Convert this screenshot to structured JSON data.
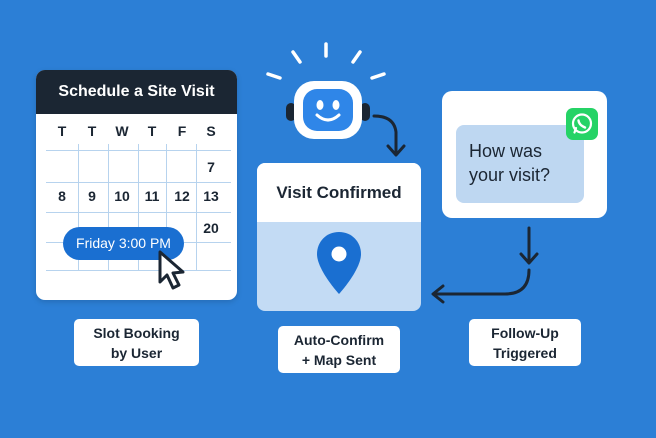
{
  "calendar": {
    "title": "Schedule a Site Visit",
    "day_headers": [
      "T",
      "T",
      "W",
      "T",
      "F",
      "S"
    ],
    "row1": [
      "7"
    ],
    "row2": [
      "8",
      "9",
      "10",
      "11",
      "12",
      "13"
    ],
    "row3": [
      "20"
    ],
    "selected_slot": "Friday 3:00 PM"
  },
  "confirm": {
    "title": "Visit Confirmed"
  },
  "chat": {
    "message_line1": "How was",
    "message_line2": "your visit?"
  },
  "steps": [
    {
      "line1": "Slot Booking",
      "line2": "by User"
    },
    {
      "line1": "Auto-Confirm",
      "line2": "+ Map Sent"
    },
    {
      "line1": "Follow-Up",
      "line2": "Triggered"
    }
  ],
  "colors": {
    "background": "#2c7fd6",
    "dark": "#1b2633",
    "accent": "#1a6fd1",
    "whatsapp": "#25d366"
  },
  "icons": [
    "robot-icon",
    "map-pin-icon",
    "whatsapp-icon",
    "cursor-icon",
    "arrow-icon"
  ]
}
